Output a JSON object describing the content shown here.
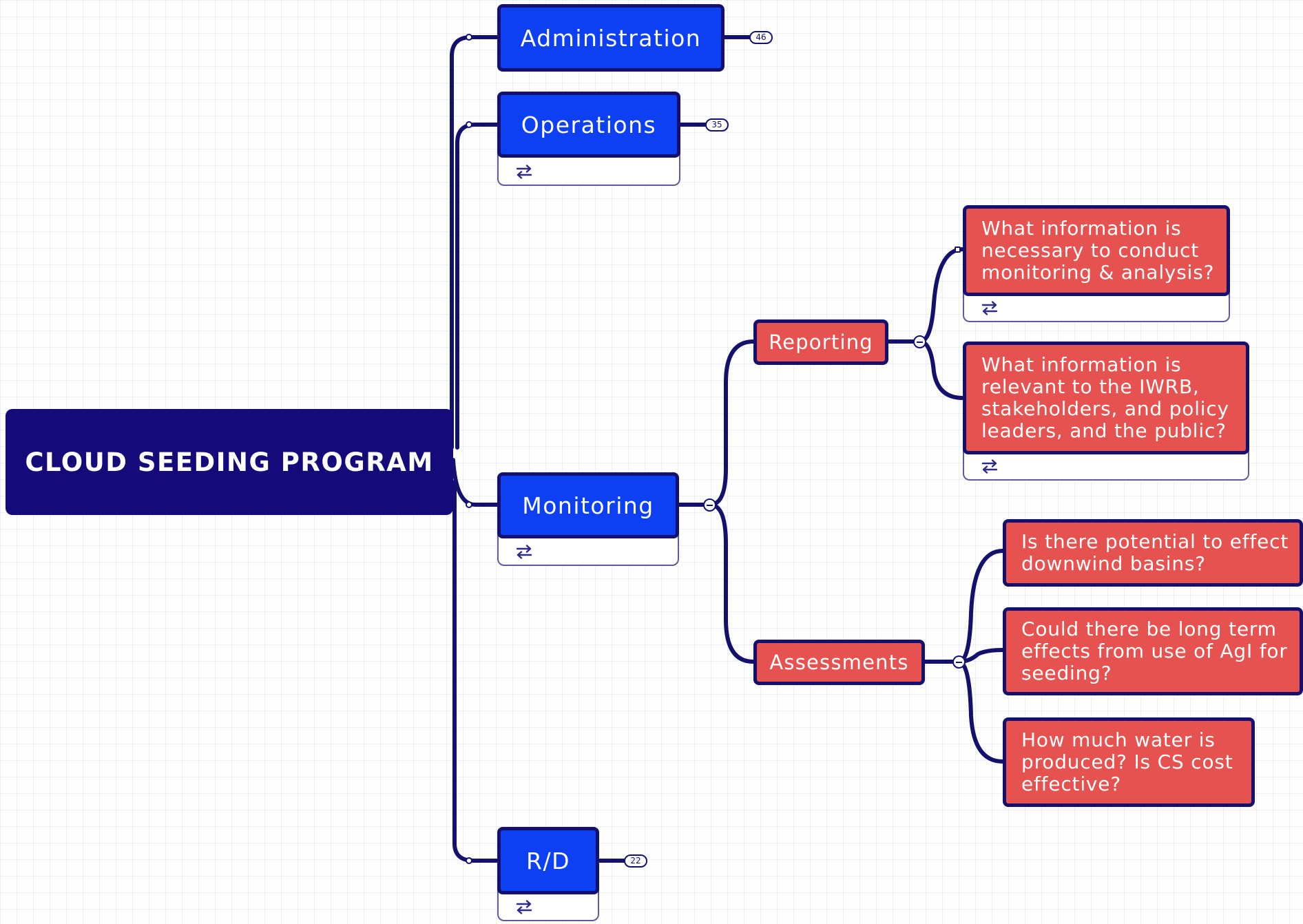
{
  "colors": {
    "root_fill": "#140a7a",
    "branch_fill": "#0d3ff3",
    "sub_fill": "#e5524f",
    "connector": "#14106e"
  },
  "root": {
    "label": "CLOUD SEEDING PROGRAM"
  },
  "branches": {
    "administration": {
      "label": "Administration",
      "count": "46"
    },
    "operations": {
      "label": "Operations",
      "count": "35",
      "tray_icon": "swap-arrows-icon"
    },
    "monitoring": {
      "label": "Monitoring",
      "tray_icon": "swap-arrows-icon"
    },
    "rd": {
      "label": "R/D",
      "count": "22",
      "tray_icon": "swap-arrows-icon"
    }
  },
  "monitoring_children": {
    "reporting": {
      "label": "Reporting",
      "questions": [
        {
          "text": "What information is\nnecessary to conduct\nmonitoring & analysis?",
          "tray_icon": "swap-arrows-icon"
        },
        {
          "text": "What information is\nrelevant to the IWRB,\nstakeholders, and policy\nleaders, and the public?",
          "tray_icon": "swap-arrows-icon"
        }
      ]
    },
    "assessments": {
      "label": "Assessments",
      "questions": [
        {
          "text": "Is there potential to effect\ndownwind basins?"
        },
        {
          "text": "Could there be long term\neffects from use of AgI for\nseeding?"
        },
        {
          "text": "How much water is\nproduced? Is CS cost\neffective?"
        }
      ]
    }
  }
}
